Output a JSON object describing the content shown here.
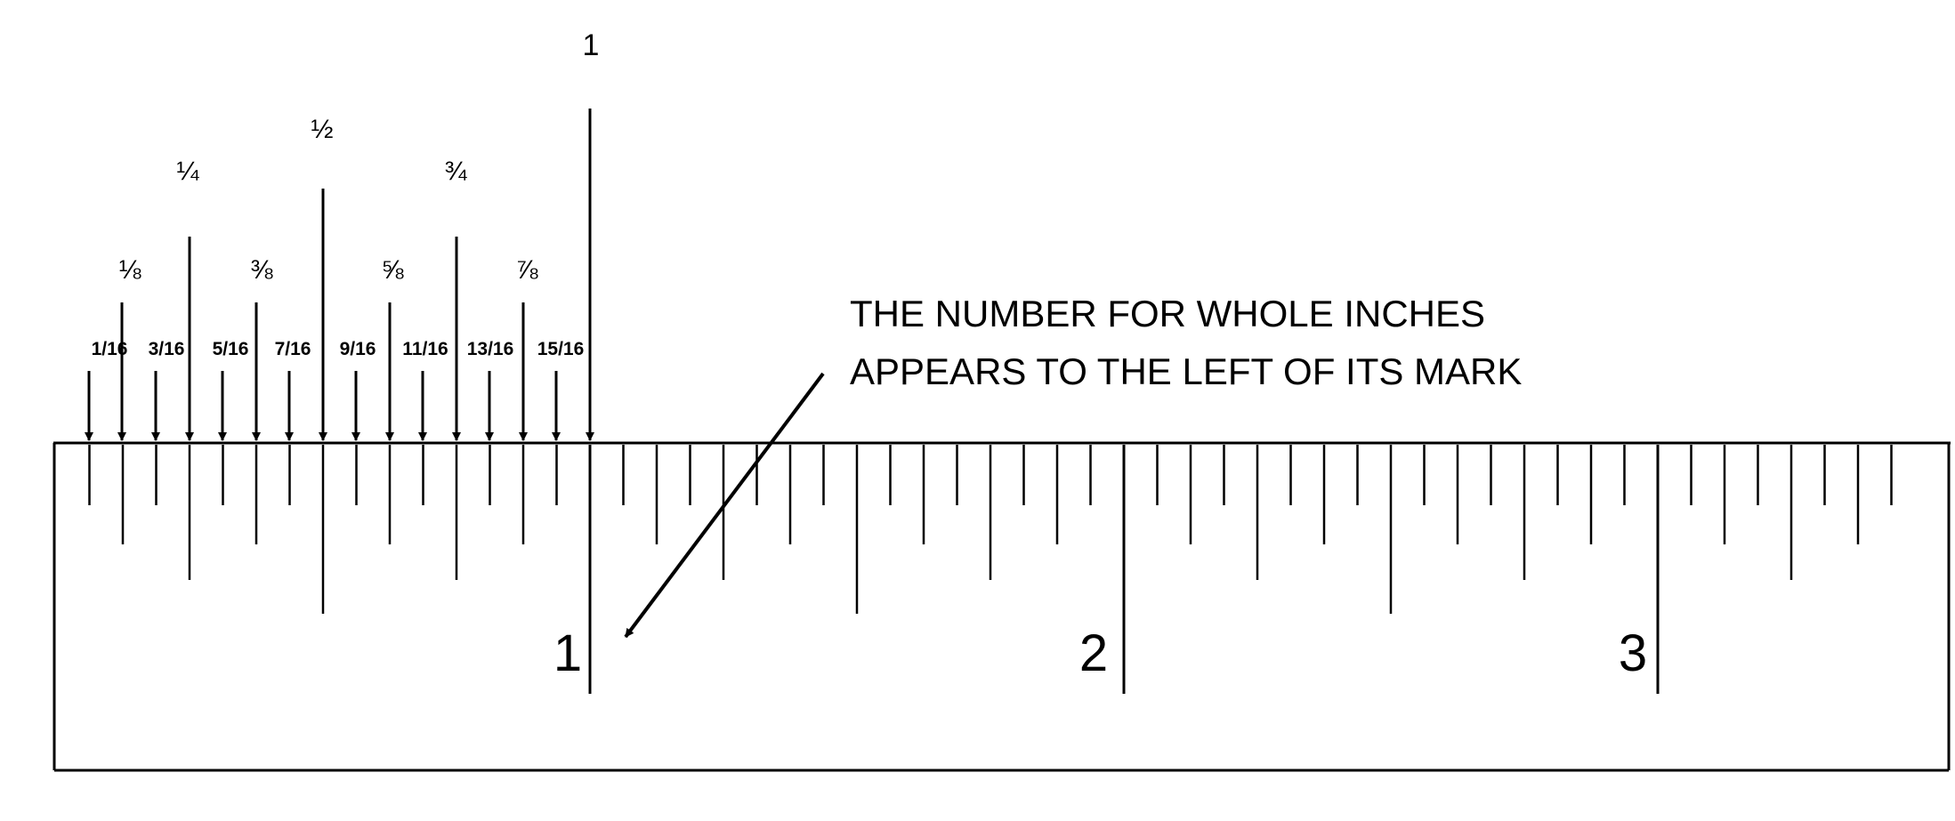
{
  "ruler": {
    "inch_numbers": [
      "1",
      "2",
      "3"
    ],
    "ticks_per_inch": 16,
    "visible_length_inches": 3.5
  },
  "fraction_labels": {
    "whole": "1",
    "half": "½",
    "quarters": [
      "¼",
      "¾"
    ],
    "eighths": [
      "⅛",
      "⅜",
      "⅝",
      "⅞"
    ],
    "sixteenths": [
      "1/16",
      "3/16",
      "5/16",
      "7/16",
      "9/16",
      "11/16",
      "13/16",
      "15/16"
    ]
  },
  "annotation": {
    "line1": "THE NUMBER FOR WHOLE INCHES",
    "line2": "APPEARS TO THE LEFT OF ITS MARK"
  },
  "colors": {
    "ink": "#000000",
    "background": "#ffffff"
  }
}
